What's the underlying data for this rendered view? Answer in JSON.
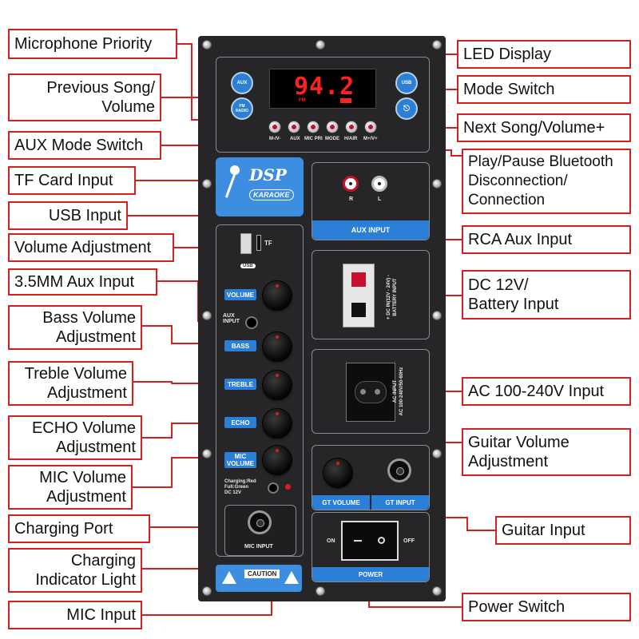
{
  "callouts": {
    "microphone_priority": "Microphone Priority",
    "previous_song_volume": "Previous Song/\nVolume",
    "aux_mode_switch": "AUX Mode Switch",
    "tf_card_input": "TF Card Input",
    "usb_input": "USB Input",
    "volume_adjustment": "Volume Adjustment",
    "aux_35mm_input": "3.5MM Aux Input",
    "bass_volume": "Bass Volume\nAdjustment",
    "treble_volume": "Treble Volume\nAdjustment",
    "echo_volume": "ECHO Volume\nAdjustment",
    "mic_volume": "MIC Volume\nAdjustment",
    "charging_port": "Charging Port",
    "charging_indicator": "Charging\nIndicator Light",
    "mic_input": "MIC Input",
    "led_display": "LED Display",
    "mode_switch": "Mode Switch",
    "next_song_volume": "Next Song/Volume+",
    "play_pause_bt": "Play/Pause Bluetooth\nDisconnection/\nConnection",
    "rca_aux_input": "RCA Aux Input",
    "dc_battery_input": "DC 12V/\nBattery Input",
    "ac_input": "AC 100-240V Input",
    "guitar_volume": "Guitar Volume\nAdjustment",
    "guitar_input": "Guitar Input",
    "power_switch": "Power Switch"
  },
  "panel": {
    "display_value": "94.2",
    "display_sub": "FM",
    "btn_aux": "AUX",
    "btn_fm": "FM RADIO",
    "btn_usb": "USB",
    "button_labels": [
      "M-/V-",
      "AUX",
      "MIC PRI",
      "MODE",
      "H/AIR",
      "M+/V+"
    ],
    "logo_main": "DSP",
    "logo_sub": "KARAOKE",
    "tf_label": "TF",
    "usb_label": "USB",
    "knob_volume": "VOLUME",
    "aux_input_small": "AUX\nINPUT",
    "knob_bass": "BASS",
    "knob_treble": "TREBLE",
    "knob_echo": "ECHO",
    "knob_mic": "MIC\nVOLUME",
    "charging_text": "Charging:Red\nFull:Green\nDC 12V",
    "mic_input_label": "MIC INPUT",
    "caution": "CAUTION",
    "rca_r": "R",
    "rca_l": "L",
    "aux_input_label": "AUX INPUT",
    "dc_label": "+ DC IN(12V - 24V) -\nBATTERY INPUT",
    "ac_label": "AC INPUT\nAC 100-240V/50-60Hz",
    "gt_volume": "GT VOLUME",
    "gt_input": "GT INPUT",
    "switch_on": "ON",
    "switch_off": "OFF",
    "power_label": "POWER"
  },
  "colors": {
    "callout_border": "#d62020",
    "panel_bg": "#262629",
    "accent_blue": "#2b7fd6",
    "led_red": "#ff2020"
  }
}
